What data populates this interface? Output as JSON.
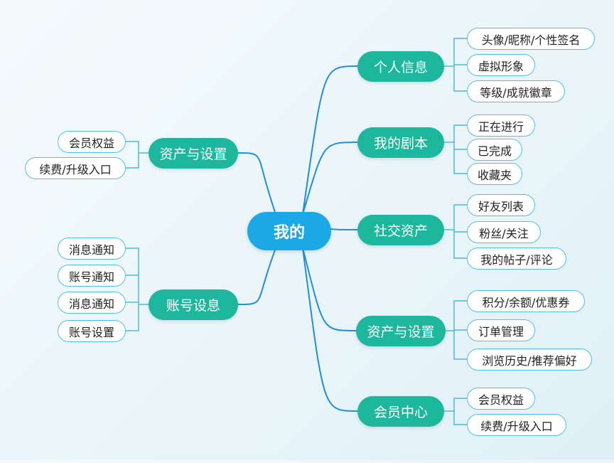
{
  "colors": {
    "root": "#1aa8e6",
    "branch": "#1cb79d",
    "leaf_border": "#52bfe4",
    "link_main": "#1f8fd8",
    "link_leaf": "#4fb8df"
  },
  "root": {
    "label": "我的"
  },
  "branches": [
    {
      "id": "personal-info",
      "label": "个人信息",
      "side": "right",
      "children": [
        "头像/昵称/个性签名",
        "虚拟形象",
        "等级/成就徽章"
      ]
    },
    {
      "id": "my-scripts",
      "label": "我的剧本",
      "side": "right",
      "children": [
        "正在进行",
        "已完成",
        "收藏夹"
      ]
    },
    {
      "id": "social-assets",
      "label": "社交资产",
      "side": "right",
      "children": [
        "好友列表",
        "粉丝/关注",
        "我的帖子/评论"
      ]
    },
    {
      "id": "assets-settings-right",
      "label": "资产与设置",
      "side": "right",
      "children": [
        "积分/余额/优惠券",
        "订单管理",
        "浏览历史/推荐偏好"
      ]
    },
    {
      "id": "member-center",
      "label": "会员中心",
      "side": "right",
      "children": [
        "会员权益",
        "续费/升级入口"
      ]
    },
    {
      "id": "assets-settings-left",
      "label": "资产与设置",
      "side": "left",
      "children": [
        "会员权益",
        "续费/升级入口"
      ]
    },
    {
      "id": "account-settings",
      "label": "账号设息",
      "side": "left",
      "children": [
        "消息通知",
        "账号通知",
        "消息通知",
        "账号设置"
      ]
    }
  ]
}
